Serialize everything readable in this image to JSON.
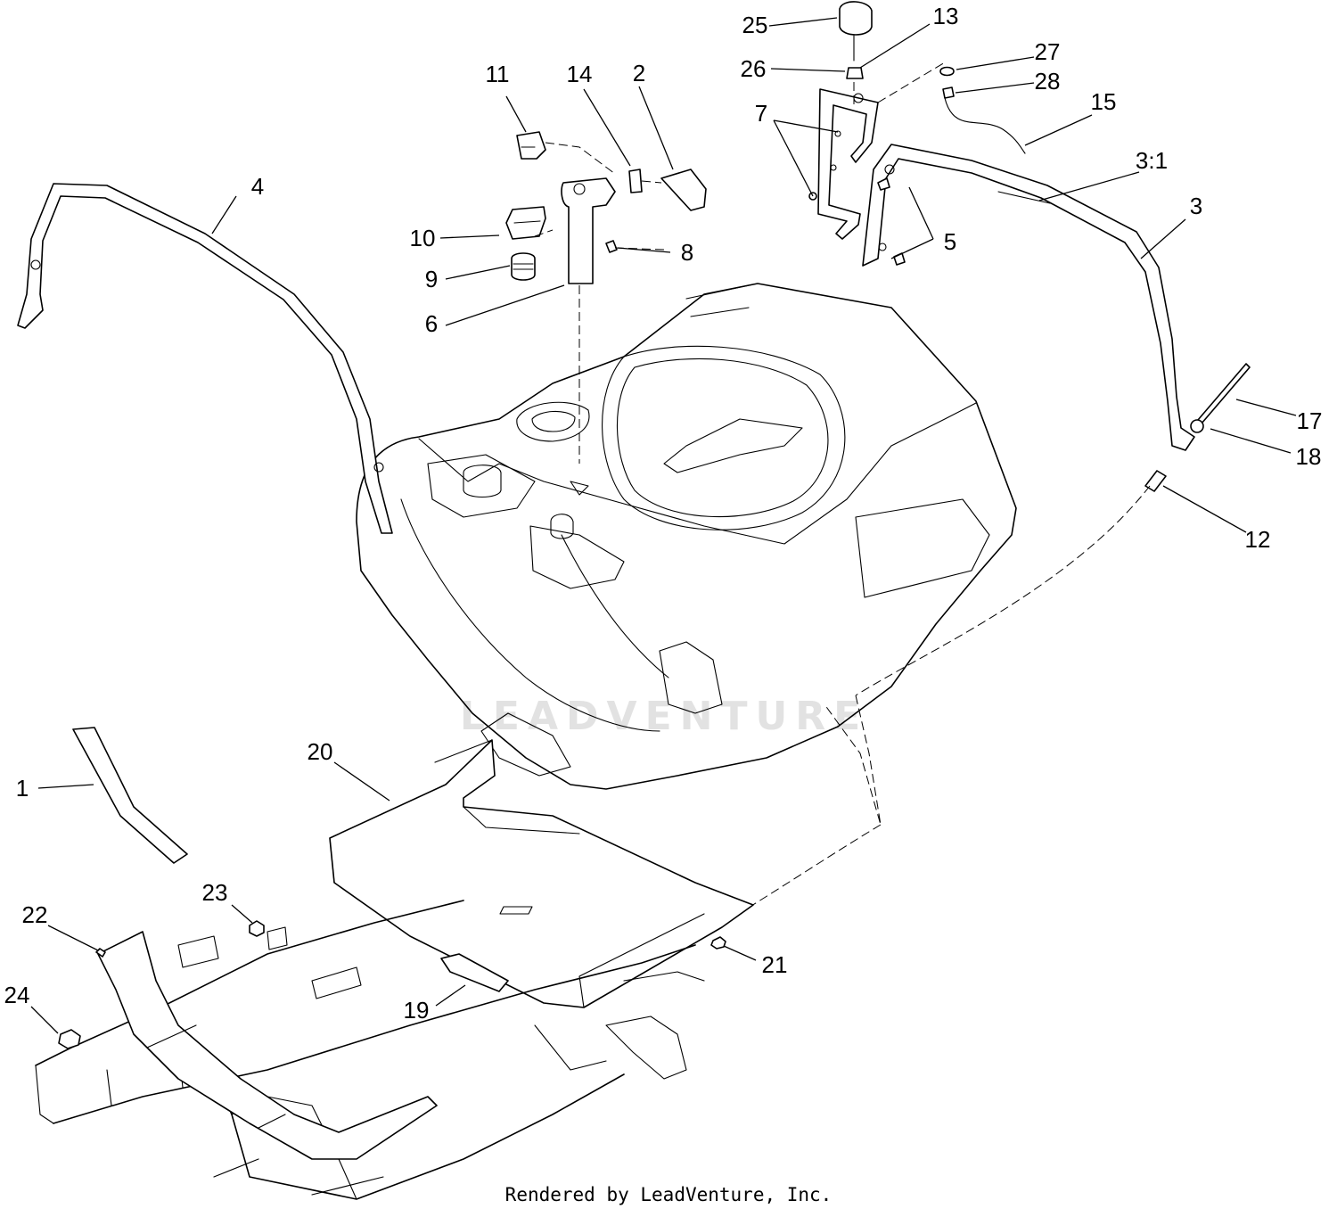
{
  "watermark": "LEADVENTURE",
  "footer": "Rendered by LeadVenture, Inc.",
  "callouts": {
    "c1": "1",
    "c2": "2",
    "c3": "3",
    "c3_1": "3:1",
    "c4": "4",
    "c5": "5",
    "c6": "6",
    "c7": "7",
    "c8": "8",
    "c9": "9",
    "c10": "10",
    "c11": "11",
    "c12": "12",
    "c13": "13",
    "c14": "14",
    "c15": "15",
    "c17": "17",
    "c18": "18",
    "c19": "19",
    "c20": "20",
    "c21": "21",
    "c22": "22",
    "c23": "23",
    "c24": "24",
    "c25": "25",
    "c26": "26",
    "c27": "27",
    "c28": "28"
  }
}
